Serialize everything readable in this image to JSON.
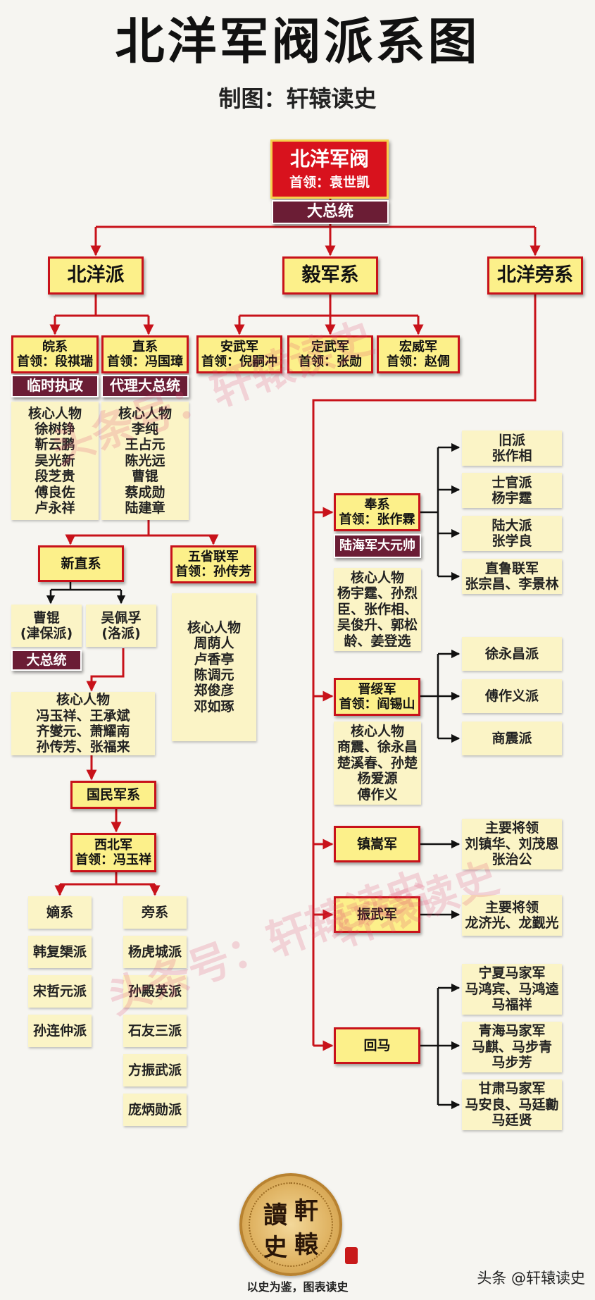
{
  "header": {
    "title": "北洋军阀派系图",
    "subtitle": "制图：轩辕读史"
  },
  "root": {
    "name": "北洋军阀",
    "leader": "首领：袁世凯",
    "tag": "大总统"
  },
  "branches": {
    "beiyang": "北洋派",
    "yijun": "毅军系",
    "pang": "北洋旁系"
  },
  "wan": {
    "name": "皖系",
    "leader": "首领：段祺瑞",
    "tag": "临时执政",
    "members": [
      "核心人物",
      "徐树铮",
      "靳云鹏",
      "吴光新",
      "段芝贵",
      "傅良佐",
      "卢永祥"
    ]
  },
  "zhi": {
    "name": "直系",
    "leader": "首领：冯国璋",
    "tag": "代理大总统",
    "members": [
      "核心人物",
      "李纯",
      "王占元",
      "陈光远",
      "曹锟",
      "蔡成勋",
      "陆建章"
    ]
  },
  "anwu": {
    "name": "安武军",
    "leader": "首领：倪嗣冲"
  },
  "dingwu": {
    "name": "定武军",
    "leader": "首领：张勋"
  },
  "hongwei": {
    "name": "宏威军",
    "leader": "首领：赵倜"
  },
  "xinzhi": {
    "name": "新直系"
  },
  "wusheng": {
    "name": "五省联军",
    "leader": "首领：孙传芳",
    "members": [
      "核心人物",
      "周荫人",
      "卢香亭",
      "陈调元",
      "郑俊彦",
      "邓如琢"
    ]
  },
  "caokun": {
    "line1": "曹锟",
    "line2": "(津保派)",
    "tag": "大总统"
  },
  "wupeifu": {
    "line1": "吴佩孚",
    "line2": "(洛派)"
  },
  "xinzhi_core": [
    "核心人物",
    "冯玉祥、王承斌",
    "齐燮元、萧耀南",
    "孙传芳、张福来"
  ],
  "guominjun": {
    "name": "国民军系"
  },
  "xibeijun": {
    "name": "西北军",
    "leader": "首领：冯玉祥"
  },
  "dixi": {
    "name": "嫡系",
    "items": [
      "韩复榘派",
      "宋哲元派",
      "孙连仲派"
    ]
  },
  "pangxi": {
    "name": "旁系",
    "items": [
      "杨虎城派",
      "孙殿英派",
      "石友三派",
      "方振武派",
      "庞炳勋派"
    ]
  },
  "fengxi": {
    "name": "奉系",
    "leader": "首领：张作霖",
    "tag": "陆海军大元帅",
    "core": [
      "核心人物",
      "杨宇霆、孙烈",
      "臣、张作相、",
      "吴俊升、郭松",
      "龄、姜登选"
    ]
  },
  "fengxi_subs": [
    [
      "旧派",
      "张作相"
    ],
    [
      "士官派",
      "杨宇霆"
    ],
    [
      "陆大派",
      "张学良"
    ],
    [
      "直鲁联军",
      "张宗昌、李景林"
    ]
  ],
  "jinsui": {
    "name": "晋绥军",
    "leader": "首领：阎锡山",
    "core": [
      "核心人物",
      "商震、徐永昌",
      "楚溪春、孙楚",
      "杨爱源",
      "傅作义"
    ]
  },
  "jinsui_subs": [
    "徐永昌派",
    "傅作义派",
    "商震派"
  ],
  "zhensong": {
    "name": "镇嵩军",
    "generals": [
      "主要将领",
      "刘镇华、刘茂恩",
      "张治公"
    ]
  },
  "zhenwu": {
    "name": "振武军",
    "generals": [
      "主要将领",
      "龙济光、龙觐光"
    ]
  },
  "huima": {
    "name": "回马",
    "subs": [
      [
        "宁夏马家军",
        "马鸿宾、马鸿逵",
        "马福祥"
      ],
      [
        "青海马家军",
        "马麒、马步青",
        "马步芳"
      ],
      [
        "甘肃马家军",
        "马安良、马廷勷",
        "马廷贤"
      ]
    ]
  },
  "watermark": {
    "text1": "头条号：轩辕读史",
    "text2": "头条号：轩辕读史",
    "text3": "轩辕读史"
  },
  "seal": {
    "c1": "讀",
    "c2": "軒",
    "c3": "史",
    "c4": "轅",
    "motto": "以史为鉴，图表读史"
  },
  "footer": {
    "brand": "头条 @轩辕读史"
  },
  "colors": {
    "line": "#c8121a",
    "yellow": "#fcf08a",
    "light": "#fbf4c6",
    "dark": "#6b1d35",
    "red": "#d8121d"
  }
}
